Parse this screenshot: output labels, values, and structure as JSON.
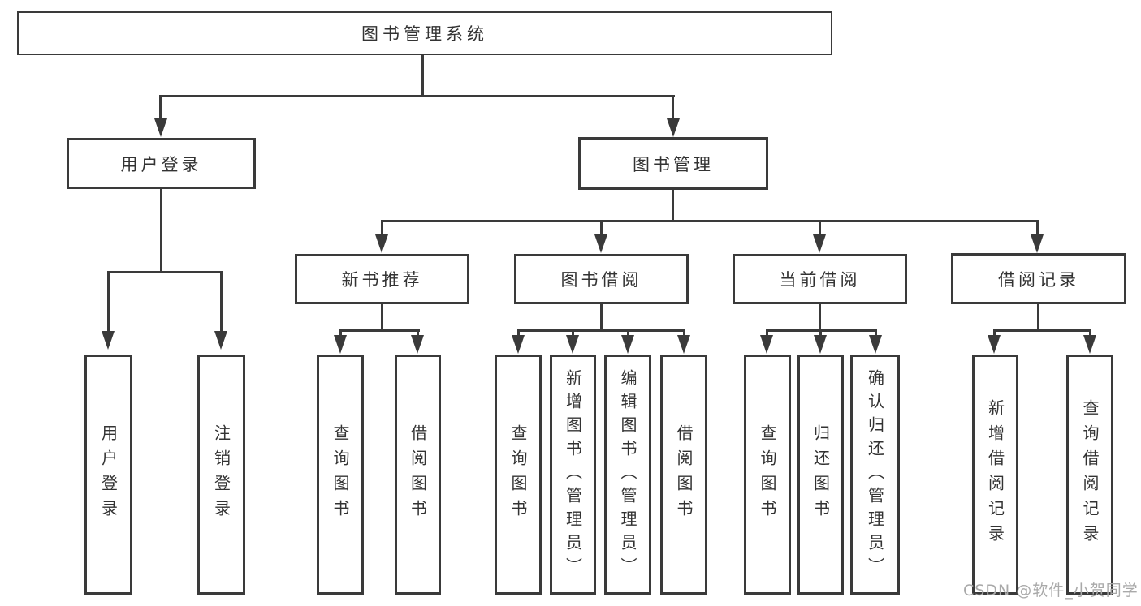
{
  "tree": {
    "label": "图书管理系统",
    "children": [
      {
        "label": "用户登录",
        "children": [
          {
            "label": "用户登录"
          },
          {
            "label": "注销登录"
          }
        ]
      },
      {
        "label": "图书管理",
        "children": [
          {
            "label": "新书推荐",
            "children": [
              {
                "label": "查询图书"
              },
              {
                "label": "借阅图书"
              }
            ]
          },
          {
            "label": "图书借阅",
            "children": [
              {
                "label": "查询图书"
              },
              {
                "label": "新增图书（管理员）"
              },
              {
                "label": "编辑图书（管理员）"
              },
              {
                "label": "借阅图书"
              }
            ]
          },
          {
            "label": "当前借阅",
            "children": [
              {
                "label": "查询图书"
              },
              {
                "label": "归还图书"
              },
              {
                "label": "确认归还（管理员）"
              }
            ]
          },
          {
            "label": "借阅记录",
            "children": [
              {
                "label": "新增借阅记录"
              },
              {
                "label": "查询借阅记录"
              }
            ]
          }
        ]
      }
    ]
  },
  "watermark": {
    "text": "CSDN @软件_小贺同学",
    "color": "#a9a9a9"
  },
  "colors": {
    "line": "#3a3a3a",
    "text": "#333333",
    "background": "#ffffff"
  }
}
